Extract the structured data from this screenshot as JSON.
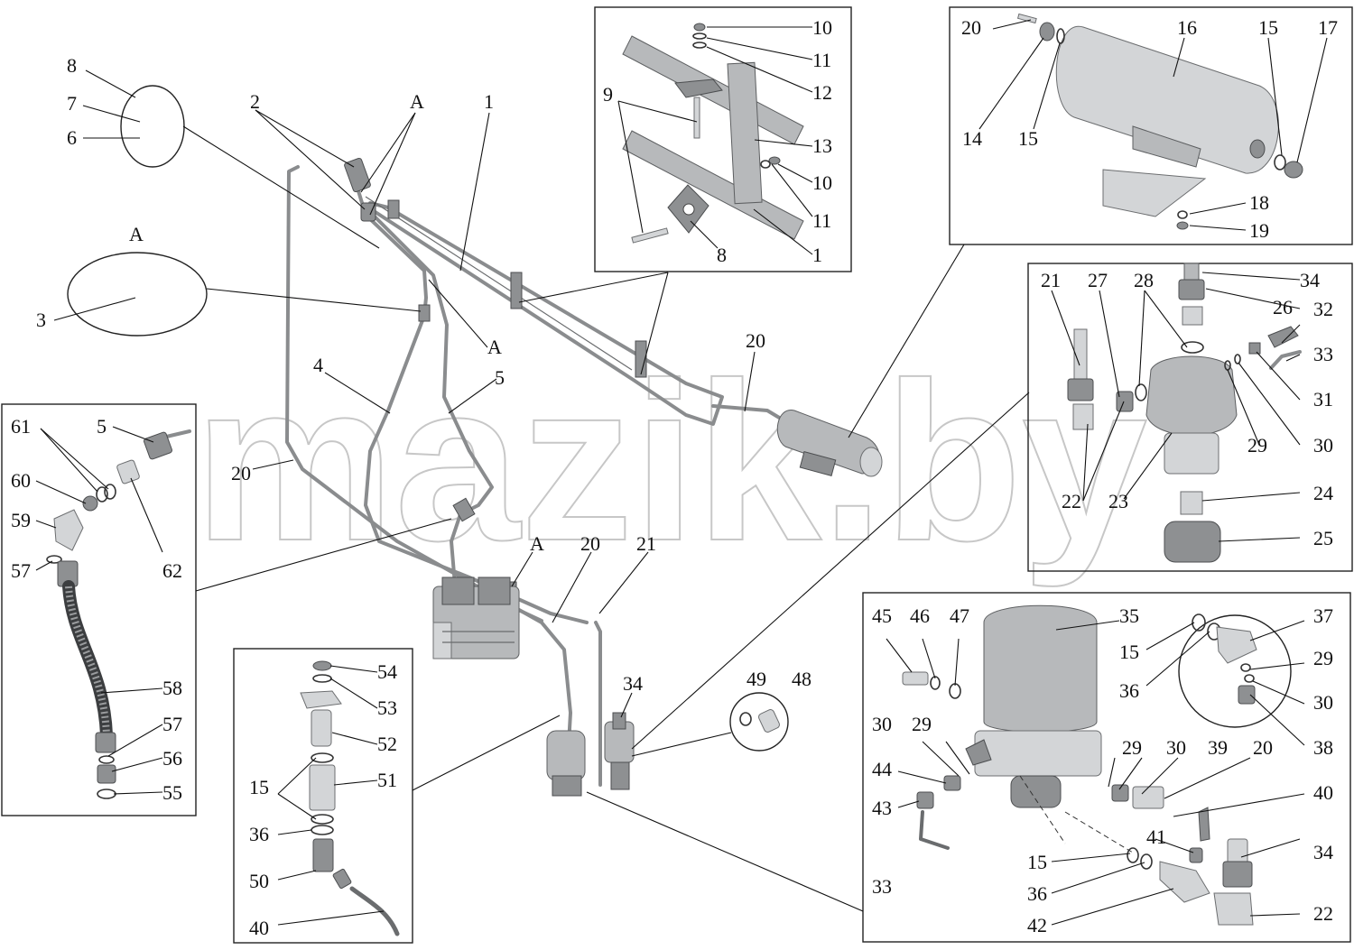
{
  "watermark": "mazik.by",
  "labels": {
    "n1": "1",
    "n2": "2",
    "n3": "3",
    "n4": "4",
    "n5": "5",
    "n6": "6",
    "n7": "7",
    "n8": "8",
    "n9": "9",
    "n10": "10",
    "n11": "11",
    "n12": "12",
    "n13": "13",
    "n14": "14",
    "n15": "15",
    "n16": "16",
    "n17": "17",
    "n18": "18",
    "n19": "19",
    "n20": "20",
    "n21": "21",
    "n22": "22",
    "n23": "23",
    "n24": "24",
    "n25": "25",
    "n26": "26",
    "n27": "27",
    "n28": "28",
    "n29": "29",
    "n30": "30",
    "n31": "31",
    "n32": "32",
    "n33": "33",
    "n34": "34",
    "n35": "35",
    "n36": "36",
    "n37": "37",
    "n38": "38",
    "n39": "39",
    "n40": "40",
    "n41": "41",
    "n42": "42",
    "n43": "43",
    "n44": "44",
    "n45": "45",
    "n46": "46",
    "n47": "47",
    "n48": "48",
    "n49": "49",
    "n50": "50",
    "n51": "51",
    "n52": "52",
    "n53": "53",
    "n54": "54",
    "n55": "55",
    "n56": "56",
    "n57": "57",
    "n58": "58",
    "n59": "59",
    "n60": "60",
    "n61": "61",
    "n62": "62",
    "view": "A"
  },
  "colors": {
    "pipe": "#8a8c8e",
    "part": "#b7b9bb",
    "line": "#111111"
  }
}
